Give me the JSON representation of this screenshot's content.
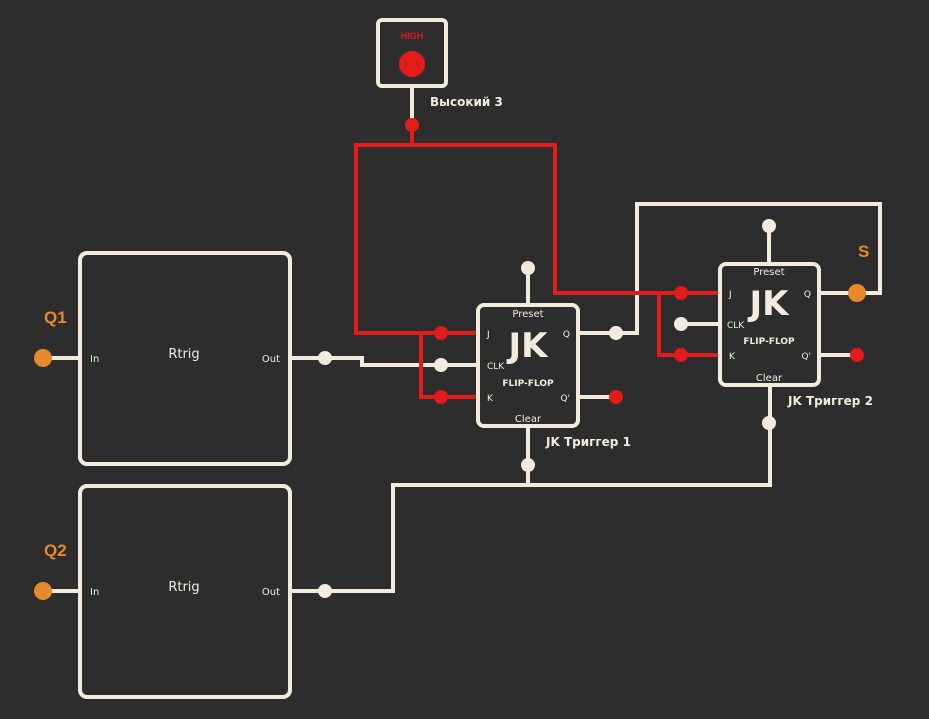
{
  "inputs": {
    "q1": {
      "label": "Q1",
      "color": "#e8892c"
    },
    "q2": {
      "label": "Q2",
      "color": "#e8892c"
    }
  },
  "outputs": {
    "s": {
      "label": "S",
      "color": "#e8892c"
    }
  },
  "rtrig1": {
    "title": "Rtrig",
    "pin_in": "In",
    "pin_out": "Out"
  },
  "rtrig2": {
    "title": "Rtrig",
    "pin_in": "In",
    "pin_out": "Out"
  },
  "high": {
    "badge": "HIGH",
    "name": "Высокий 3",
    "color": "#e31b1b"
  },
  "jk1": {
    "big": "JK",
    "sub": "FLIP-FLOP",
    "name": "JK Триггер 1",
    "pins": {
      "preset": "Preset",
      "j": "J",
      "clk": "CLK",
      "k": "K",
      "q": "Q",
      "qn": "Q'",
      "clear": "Clear"
    }
  },
  "jk2": {
    "big": "JK",
    "sub": "FLIP-FLOP",
    "name": "JK Триггер 2",
    "pins": {
      "preset": "Preset",
      "j": "J",
      "clk": "CLK",
      "k": "K",
      "q": "Q",
      "qn": "Q'",
      "clear": "Clear"
    }
  },
  "colors": {
    "background": "#2d2d2d",
    "wire": "#f3ecde",
    "wire_active": "#e31b1b",
    "io_pin": "#e8892c"
  }
}
